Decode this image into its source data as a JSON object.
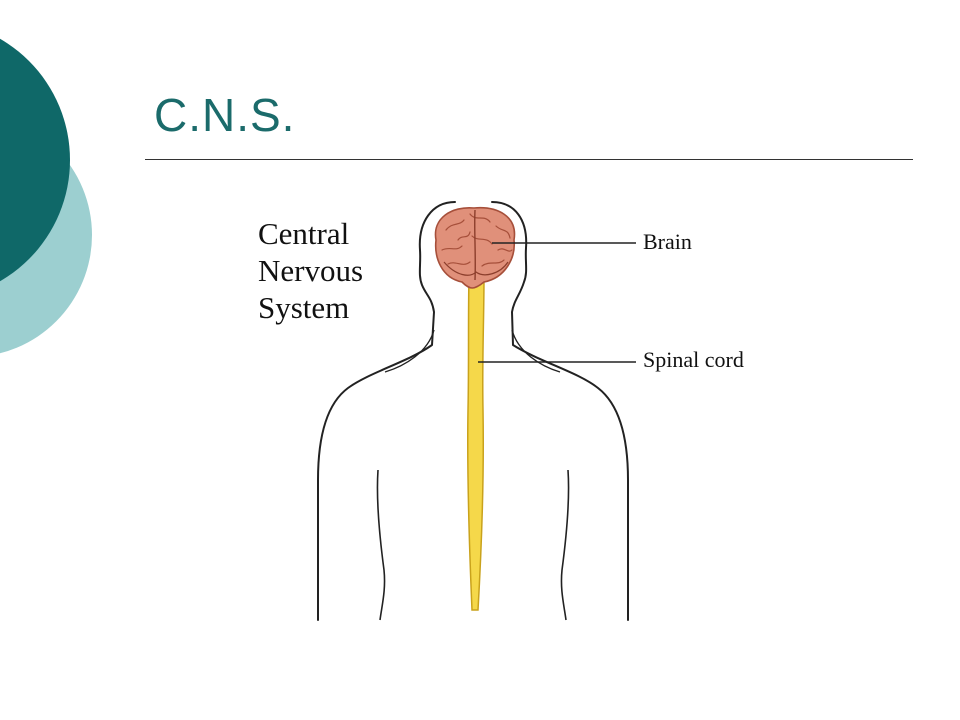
{
  "slide": {
    "title": "C.N.S.",
    "accent_dark": "#0f6868",
    "accent_light": "#9ccfd0",
    "title_color": "#1b6b6b"
  },
  "figure": {
    "heading": [
      "Central",
      "Nervous",
      "System"
    ],
    "labels": {
      "brain": "Brain",
      "spinal_cord": "Spinal cord"
    },
    "colors": {
      "brain": "#e0907a",
      "spinal_cord": "#f5d84a",
      "outline": "#222222"
    }
  }
}
